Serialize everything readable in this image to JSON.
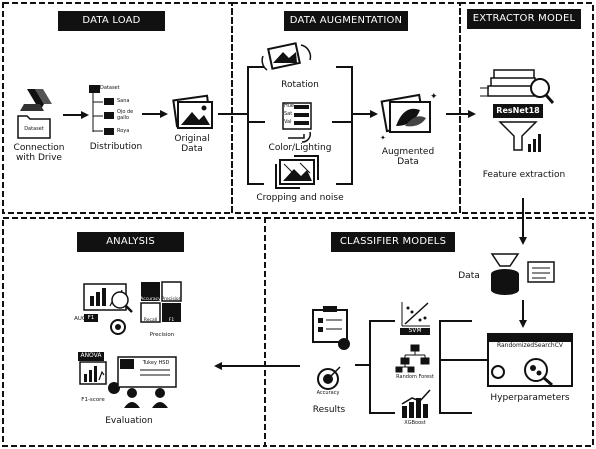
{
  "sections": {
    "data_load": {
      "title": "DATA LOAD",
      "drive_folder": "Dataset",
      "connection_label": "Connection\nwith Drive",
      "tree_root": "Dataset",
      "tree_items": [
        "Sana",
        "Ojo de\ngallo",
        "Roya"
      ],
      "distribution_label": "Distribution",
      "original_label": "Original\nData"
    },
    "data_augmentation": {
      "title": "DATA AUGMENTATION",
      "rotation_label": "Rotation",
      "color_label": "Color/Lighting",
      "color_icon_lines": [
        "Hue",
        "Sat",
        "Val"
      ],
      "cropping_label": "Cropping and noise",
      "augmented_label": "Augmented\nData"
    },
    "extractor_model": {
      "title": "EXTRACTOR MODEL",
      "model_name": "ResNet18",
      "feature_label": "Feature extraction"
    },
    "classifier_models": {
      "title": "CLASSIFIER MODELS",
      "data_label": "Data",
      "search_window_title": "RandomizedSearchCV",
      "hyperparameters_label": "Hyperparameters",
      "svm_label": "SVM",
      "rf_label": "Random Forest",
      "xgb_label": "XGBoost",
      "accuracy_icon_label": "Accuracy",
      "results_label": "Results"
    },
    "analysis": {
      "title": "ANALYSIS",
      "auc_label": "AUC",
      "f1_label": "F1",
      "puzzle_labels": [
        "Accuracy",
        "Precision",
        "Recall",
        "F1"
      ],
      "precision_label": "Precision",
      "anova_label": "ANOVA",
      "tukey_label": "Tukey HSD",
      "f1score_label": "F1-score",
      "evaluation_label": "Evaluation"
    }
  },
  "colors": {
    "ink": "#111111",
    "header_bg": "#111111",
    "header_text": "#ffffff",
    "accent_gray": "#9a9a9a",
    "background": "#ffffff"
  }
}
